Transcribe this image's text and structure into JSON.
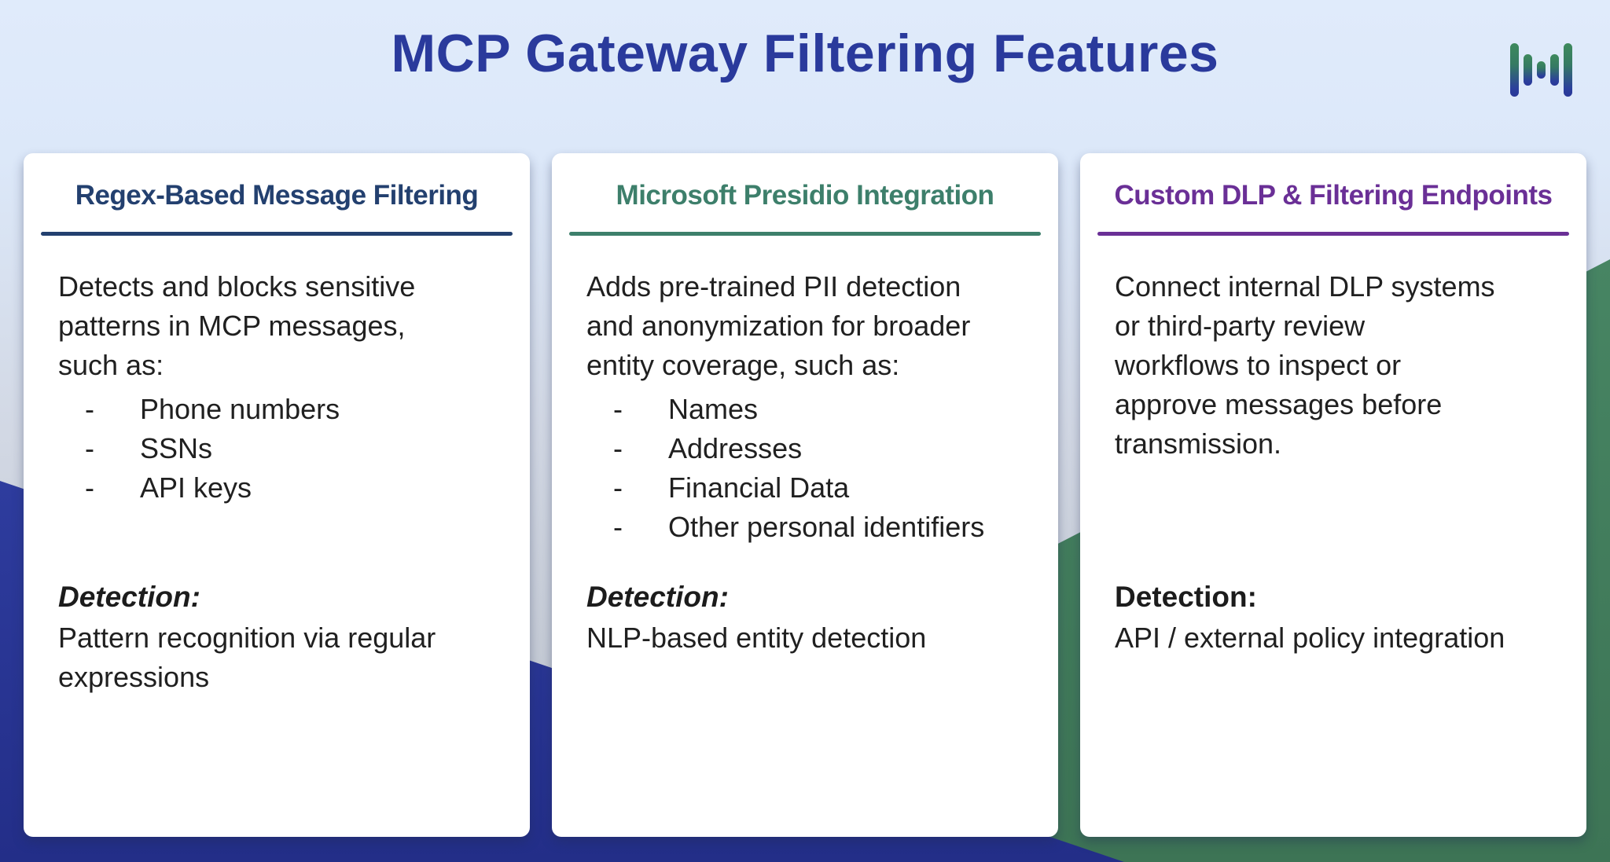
{
  "header": {
    "title": "MCP Gateway Filtering Features",
    "logo_icon": "soundwave-bars-logo"
  },
  "colors": {
    "title_blue": "#2a3a9c",
    "background_top": "#dde9f9",
    "background_mid_grey": "#c5cbd5",
    "blue_shape": "#2a3694",
    "green_shape": "#43805d",
    "card_background": "#ffffff",
    "body_text": "#202020"
  },
  "cards": [
    {
      "title": "Regex-Based Message Filtering",
      "accent": "#23406f",
      "description_lines": [
        "Detects and blocks sensitive",
        "patterns in MCP messages,",
        "such as:"
      ],
      "bullets": [
        "Phone numbers",
        "SSNs",
        "API keys"
      ],
      "detection_label": "Detection:",
      "detection_lines": [
        "Pattern recognition via regular",
        "expressions"
      ]
    },
    {
      "title": "Microsoft Presidio Integration",
      "accent": "#3d7f6b",
      "description_lines": [
        "Adds pre-trained PII detection",
        "and anonymization for broader",
        "entity coverage, such as:"
      ],
      "bullets": [
        "Names",
        "Addresses",
        "Financial Data",
        "Other personal identifiers"
      ],
      "detection_label": "Detection:",
      "detection_lines": [
        "NLP-based entity detection"
      ]
    },
    {
      "title": "Custom DLP & Filtering Endpoints",
      "accent": "#6a2f96",
      "description_lines": [
        "Connect internal DLP systems",
        "or third-party review",
        "workflows to inspect or",
        "approve messages before",
        "transmission."
      ],
      "bullets": [],
      "detection_label": "Detection:",
      "detection_lines": [
        "API / external policy integration"
      ]
    }
  ]
}
